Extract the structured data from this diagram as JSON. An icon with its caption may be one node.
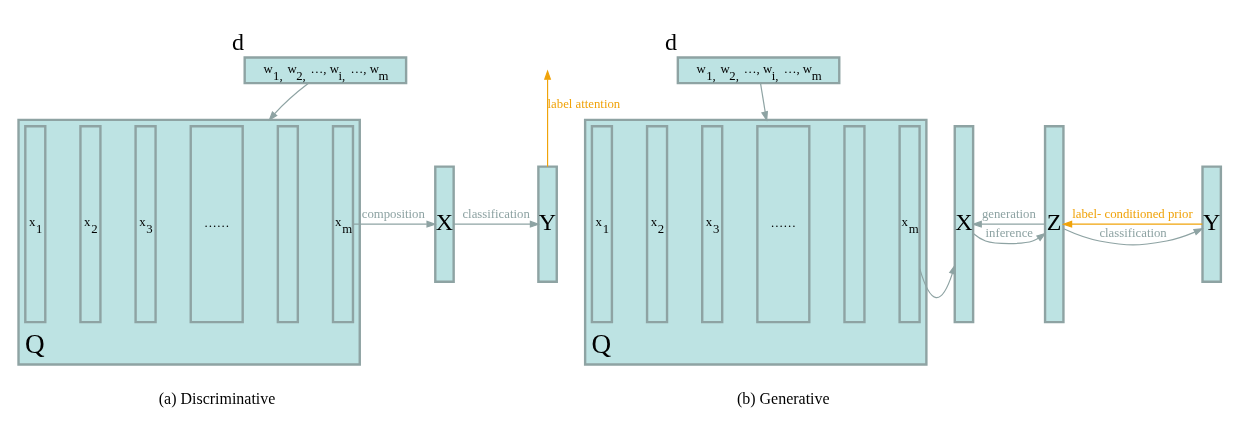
{
  "diagram": {
    "nodes": [
      {
        "text": [
          "w$_{1,}$ w$_{2,}$ …, w$_{i,}$ …, w$_{m}$"
        ],
        "beside": [
          "d"
        ]
      },
      {
        "text": [],
        "shape": "box",
        "beside": [
          "Q"
        ]
      },
      {
        "text": [
          "x$_{1}$"
        ],
        "in": 1
      },
      {
        "text": [
          "x$_{2}$"
        ],
        "in": 1
      },
      {
        "text": [
          "x$_{3}$"
        ],
        "in": 1
      },
      {
        "text": [
          "……"
        ],
        "in": 1
      },
      {
        "text": [],
        "shape": "box",
        "in": 1
      },
      {
        "text": [
          "x$_{m}$"
        ],
        "in": 1
      },
      {
        "text": [
          "X"
        ]
      },
      {
        "text": [
          "Y"
        ]
      },
      {
        "text": [
          "w$_{1,}$ w$_{2,}$ …, w$_{i,}$ …, w$_{m}$"
        ],
        "beside": [
          "d"
        ]
      },
      {
        "text": [],
        "shape": "box",
        "beside": [
          "Q"
        ]
      },
      {
        "text": [
          "x$_{1}$"
        ],
        "in": 11
      },
      {
        "text": [
          "x$_{2}$"
        ],
        "in": 11
      },
      {
        "text": [
          "x$_{3}$"
        ],
        "in": 11
      },
      {
        "text": [
          "……"
        ],
        "in": 11
      },
      {
        "text": [],
        "shape": "box",
        "in": 11
      },
      {
        "text": [
          "x$_{m}$"
        ],
        "in": 11
      },
      {
        "text": [
          "X"
        ]
      },
      {
        "text": [
          "Z"
        ]
      },
      {
        "text": [
          "Y"
        ]
      }
    ],
    "edges": [
      {
        "from": 0,
        "to": 1,
        "arrow": "to"
      },
      {
        "from": 7,
        "to": 8,
        "arrow": "to",
        "label": "composition"
      },
      {
        "from": 8,
        "to": 9,
        "arrow": "to",
        "label": "classification"
      },
      {
        "from": 9,
        "to": null,
        "arrow": "to",
        "label": "label attention",
        "color": "#f0a30a"
      },
      {
        "from": 10,
        "to": 11,
        "arrow": "to"
      },
      {
        "from": 17,
        "to": 18,
        "arrow": "to"
      },
      {
        "from": 18,
        "to": 19,
        "arrow": "to",
        "label": "inference"
      },
      {
        "from": 19,
        "to": 18,
        "arrow": "to",
        "label": "generation"
      },
      {
        "from": 20,
        "to": 19,
        "arrow": "to",
        "label": "label- conditioned prior",
        "color": "#f0a30a"
      },
      {
        "from": 19,
        "to": 20,
        "arrow": "to",
        "label": "classification"
      }
    ],
    "labels": [
      "(a) Discriminative",
      "(b) Generative"
    ]
  }
}
